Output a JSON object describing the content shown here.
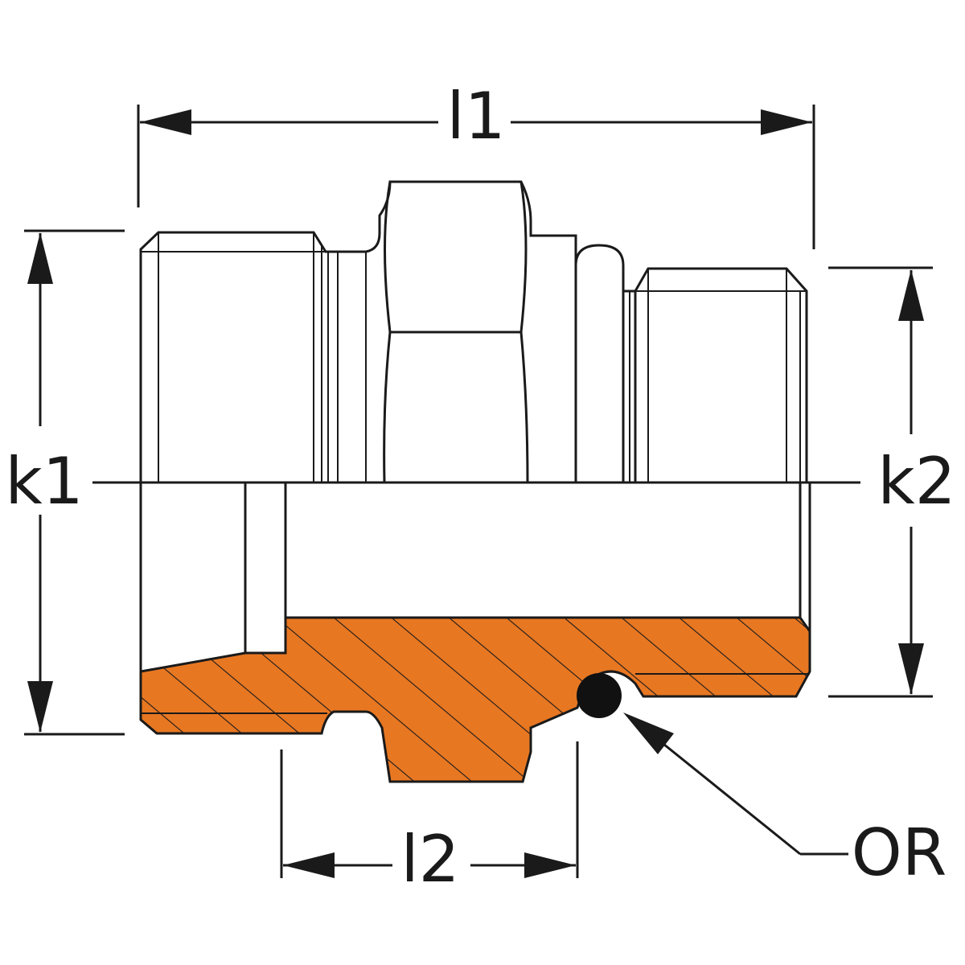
{
  "diagram": {
    "labels": {
      "overall_length": "l1",
      "thread_length": "l2",
      "thread_left": "k1",
      "thread_right": "k2",
      "o_ring": "OR"
    },
    "colors": {
      "section_fill": "#E87722",
      "line": "#1a1a1a",
      "background": "#ffffff"
    }
  }
}
